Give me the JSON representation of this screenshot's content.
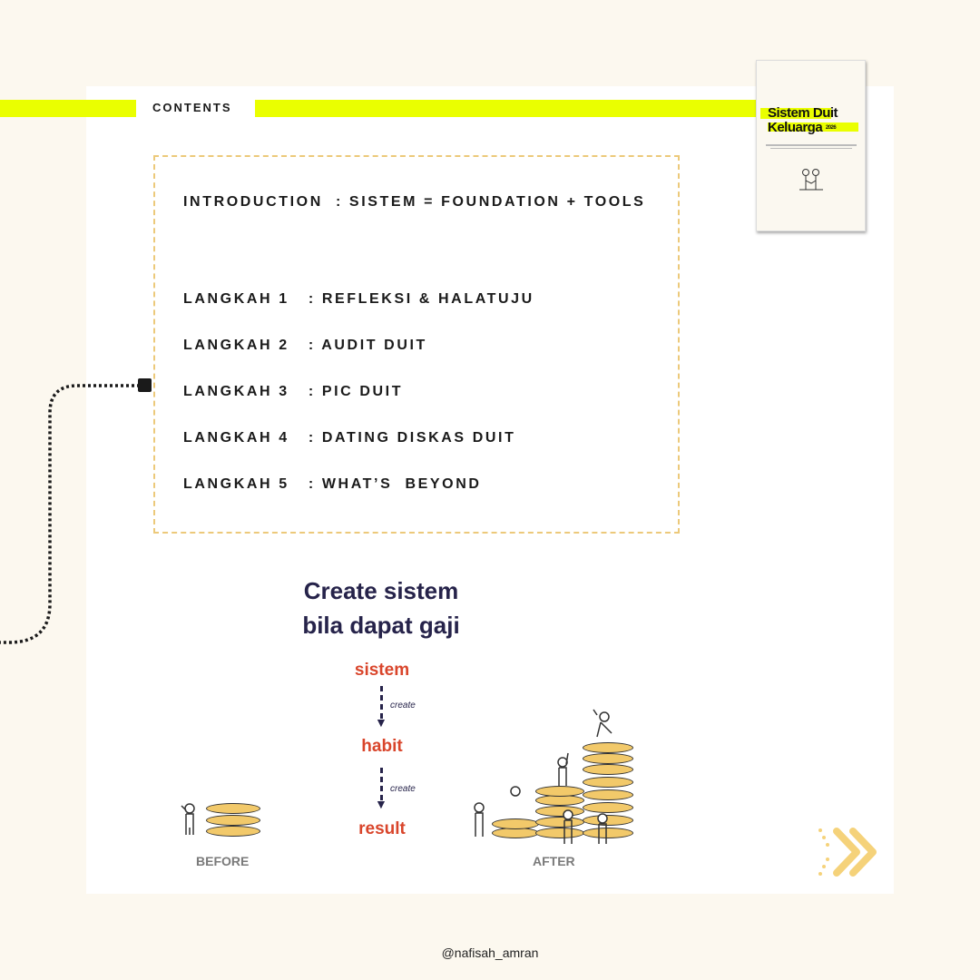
{
  "header": {
    "label": "CONTENTS"
  },
  "contents": [
    "INTRODUCTION  : SISTEM = FOUNDATION + TOOLS",
    "LANGKAH 1   : REFLEKSI & HALATUJU",
    "LANGKAH 2   : AUDIT DUIT",
    "LANGKAH 3   : PIC DUIT",
    "LANGKAH 4   : DATING DISKAS DUIT",
    "LANGKAH 5   : WHAT’S  BEYOND"
  ],
  "book": {
    "title_line1": "Sistem Duit",
    "title_line2": "Keluarga",
    "year": "2026"
  },
  "illustration": {
    "heading_line1": "Create sistem",
    "heading_line2": "bila dapat gaji",
    "steps": [
      "sistem",
      "habit",
      "result"
    ],
    "connector_label": "create",
    "before_label": "BEFORE",
    "after_label": "AFTER"
  },
  "footer": {
    "handle": "@nafisah_amran"
  },
  "colors": {
    "accent": "#eaff00",
    "heading": "#26234a",
    "flow": "#d9452b",
    "border": "#ecc97a"
  }
}
